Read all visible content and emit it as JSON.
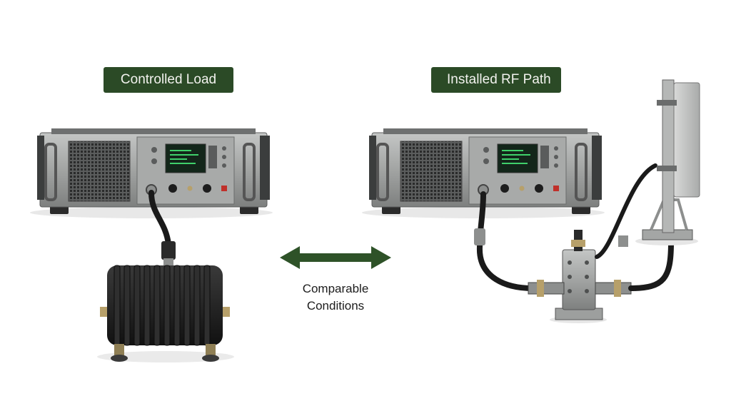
{
  "labels": {
    "left": "Controlled Load",
    "right": "Installed RF Path",
    "middle_line1": "Comparable",
    "middle_line2": "Conditions"
  },
  "colors": {
    "badge_bg": "#2b4a26",
    "arrow": "#2e5228",
    "chassis": "#9a9c9b",
    "chassis_dark": "#4a4c4c",
    "screen": "#13261a",
    "screen_text": "#3fd06a",
    "cable": "#1a1a1a",
    "heatsink": "#1c1c1c",
    "brass": "#b7a06a"
  },
  "icons": {
    "left_device": "rf-transmitter-icon",
    "right_device": "rf-transmitter-icon",
    "load": "dummy-load-heatsink-icon",
    "coupler": "directional-coupler-icon",
    "antenna": "panel-antenna-icon",
    "arrow": "double-arrow-icon"
  }
}
